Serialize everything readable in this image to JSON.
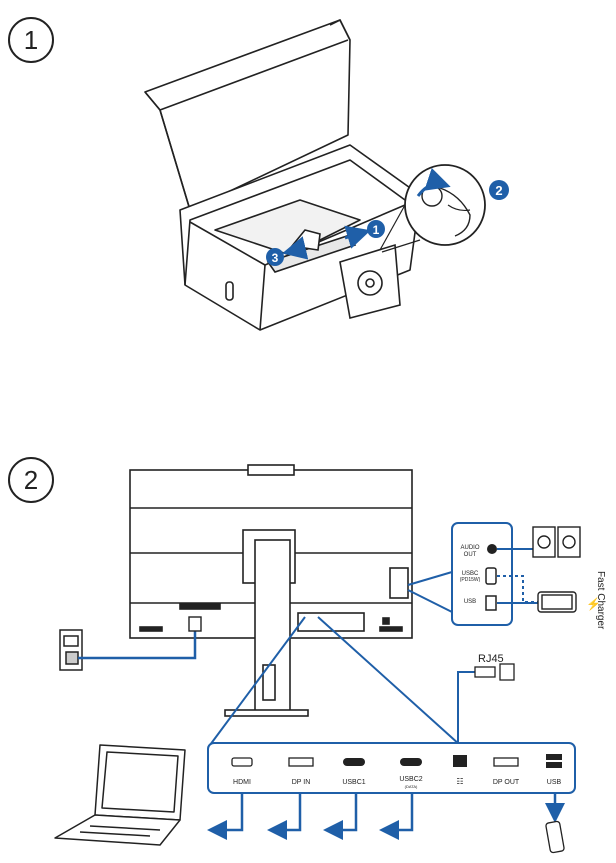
{
  "step1": {
    "number": "1",
    "callouts": [
      "1",
      "2",
      "3"
    ]
  },
  "step2": {
    "number": "2",
    "side_ports": [
      {
        "label": "AUDIO",
        "sub": "OUT"
      },
      {
        "label": "USBC",
        "sub": "(PD15W)"
      },
      {
        "label": "USB",
        "sub": ""
      }
    ],
    "fast_charger_label": "Fast Charger",
    "rj45_label": "RJ45",
    "bottom_ports": [
      {
        "label": "HDMI",
        "sub": ""
      },
      {
        "label": "DP IN",
        "sub": ""
      },
      {
        "label": "USBC1",
        "sub": ""
      },
      {
        "label": "USBC2",
        "sub": "(DATA)"
      },
      {
        "label": "",
        "sub": ""
      },
      {
        "label": "DP OUT",
        "sub": ""
      },
      {
        "label": "USB",
        "sub": ""
      }
    ]
  },
  "colors": {
    "accent": "#1f5fa8",
    "line": "#222222"
  }
}
